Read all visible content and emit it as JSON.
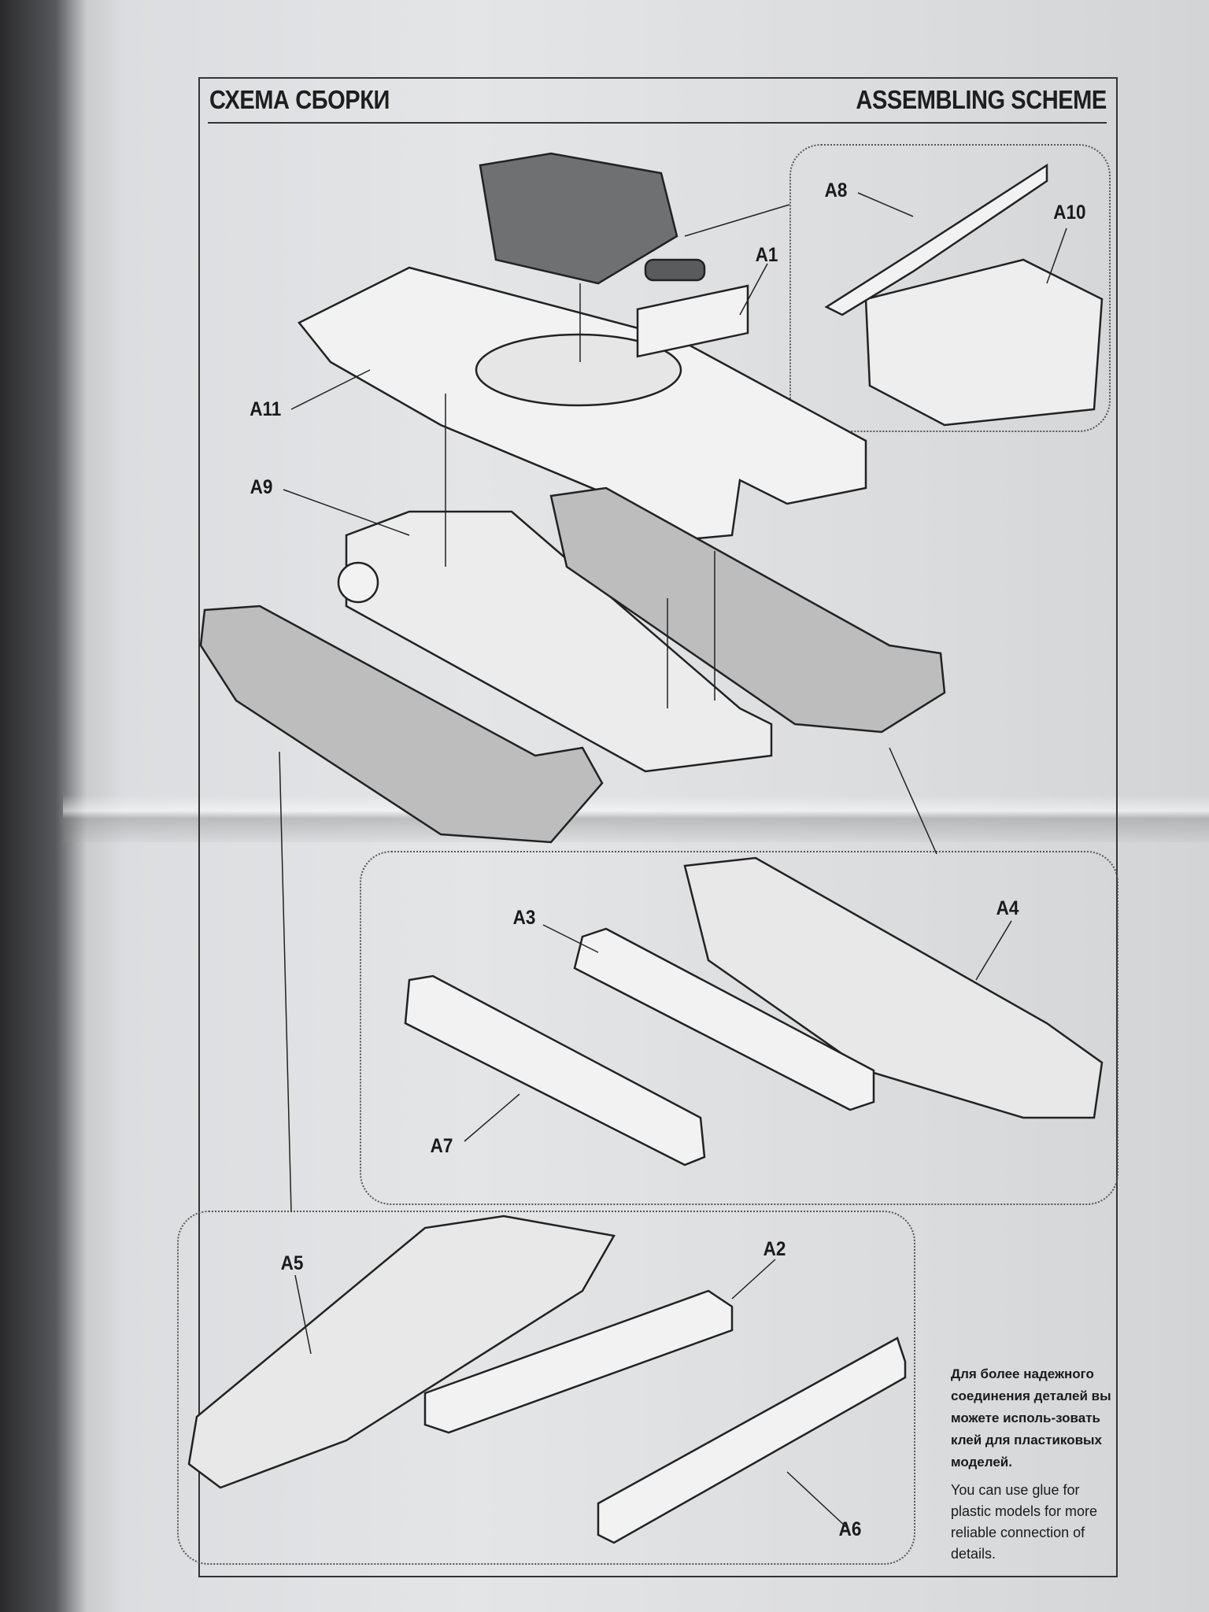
{
  "header": {
    "title_ru": "СХЕМА СБОРКИ",
    "title_en": "ASSEMBLING SCHEME"
  },
  "parts": {
    "a1": "A1",
    "a2": "A2",
    "a3": "A3",
    "a4": "A4",
    "a5": "A5",
    "a6": "A6",
    "a7": "A7",
    "a8": "A8",
    "a9": "A9",
    "a10": "A10",
    "a11": "A11"
  },
  "note": {
    "ru": "Для более надежного соединения деталей вы можете исполь-зовать клей для пластиковых моделей.",
    "en": "You can use glue for plastic models for more reliable connection of details."
  }
}
